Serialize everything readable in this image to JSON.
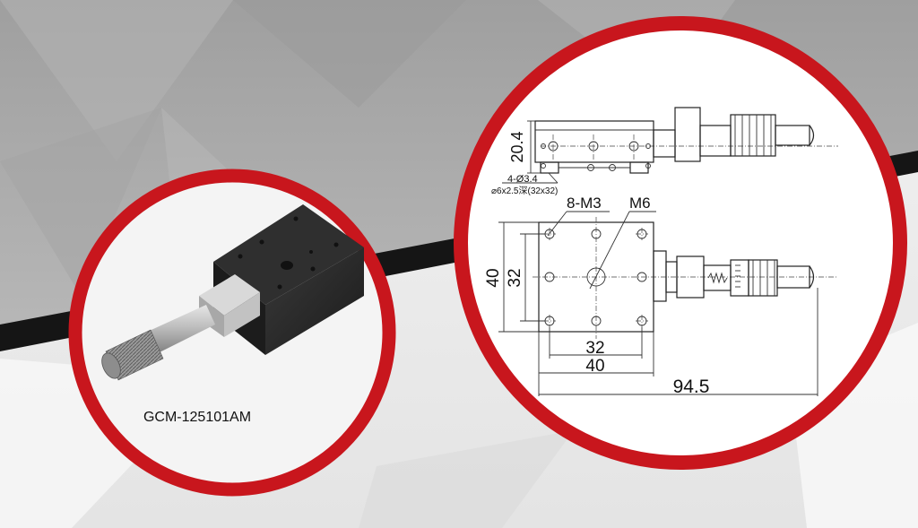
{
  "product": {
    "model": "GCM-125101AM"
  },
  "colors": {
    "ring": "#c8161d",
    "background_top": "#a9a9a9",
    "background_bottom": "#ededed",
    "band": "#151515",
    "stage_body": "#2e2e2e",
    "micrometer": "#bdbdbd"
  },
  "drawing": {
    "side_view": {
      "height_dim": "20.4",
      "hole_note_1": "4-Ø3.4",
      "hole_note_2": "⌀6x2.5深(32x32)"
    },
    "top_view": {
      "thread_holes": "8-M3",
      "center_thread": "M6",
      "height_outer": "40",
      "height_inner": "32",
      "width_inner": "32",
      "width_outer": "40",
      "total_length": "94.5"
    }
  }
}
